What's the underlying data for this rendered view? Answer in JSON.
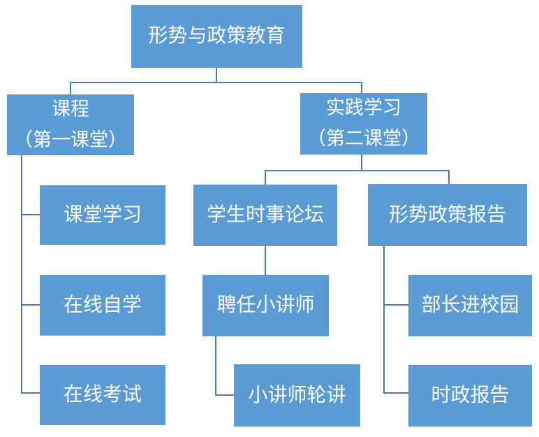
{
  "diagram": {
    "type": "org-chart",
    "colors": {
      "box_fill": "#5B9BD5",
      "box_text": "#FFFFFF",
      "connector": "#4B7DB4",
      "background": "#FFFFFF"
    },
    "tree": {
      "label": "形势与政策教育",
      "children": [
        {
          "label": "课程\n（第一课堂）",
          "children": [
            {
              "label": "课堂学习"
            },
            {
              "label": "在线自学"
            },
            {
              "label": "在线考试"
            }
          ]
        },
        {
          "label": "实践学习\n（第二课堂）",
          "children": [
            {
              "label": "学生时事论坛",
              "children": [
                {
                  "label": "聘任小讲师",
                  "children": [
                    {
                      "label": "小讲师轮讲"
                    }
                  ]
                }
              ]
            },
            {
              "label": "形势政策报告",
              "children": [
                {
                  "label": "部长进校园"
                },
                {
                  "label": "时政报告"
                }
              ]
            }
          ]
        }
      ]
    }
  }
}
